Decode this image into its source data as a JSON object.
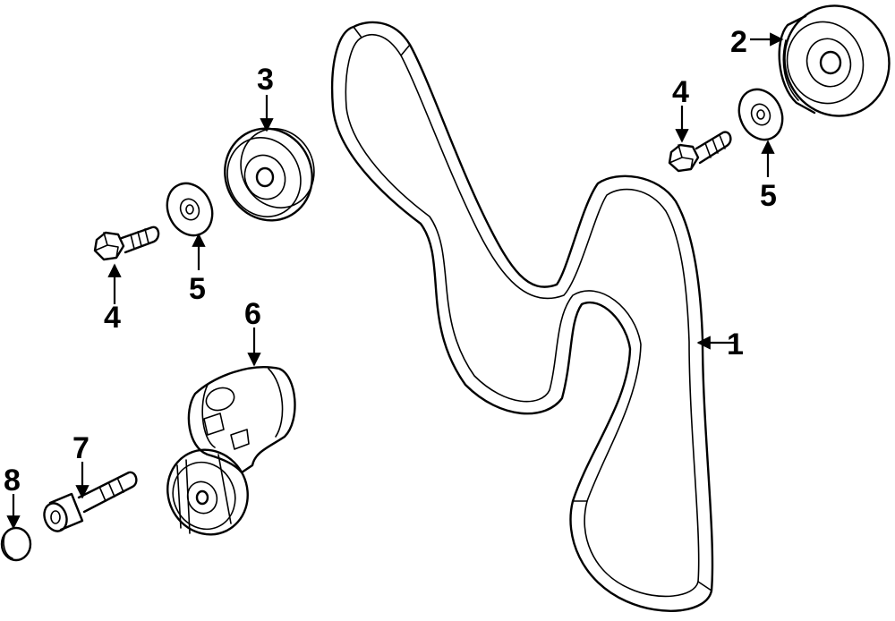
{
  "diagram": {
    "callouts": [
      {
        "id": "belt",
        "label": "1"
      },
      {
        "id": "idler-pulley-right",
        "label": "2"
      },
      {
        "id": "idler-pulley-left",
        "label": "3"
      },
      {
        "id": "bolt-left",
        "label": "4"
      },
      {
        "id": "bolt-right",
        "label": "4"
      },
      {
        "id": "washer-left",
        "label": "5"
      },
      {
        "id": "washer-right",
        "label": "5"
      },
      {
        "id": "tensioner",
        "label": "6"
      },
      {
        "id": "tensioner-bolt",
        "label": "7"
      },
      {
        "id": "cap",
        "label": "8"
      }
    ]
  }
}
